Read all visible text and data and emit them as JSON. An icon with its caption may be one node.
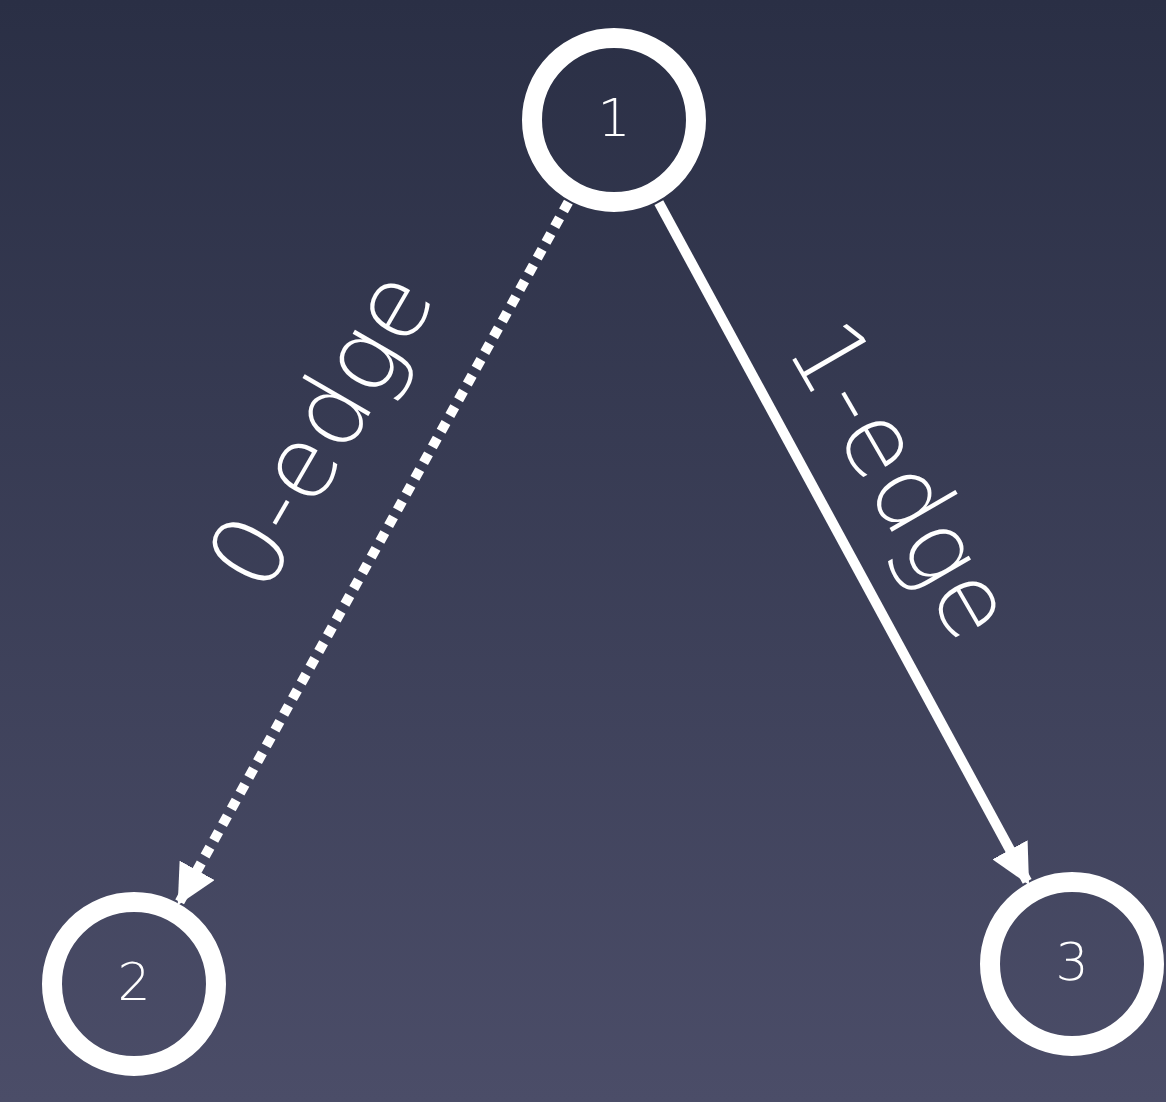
{
  "diagram": {
    "nodes": [
      {
        "text": [
          "1"
        ]
      },
      {
        "text": [
          "2"
        ]
      },
      {
        "text": [
          "3"
        ]
      }
    ],
    "edges": [
      {
        "from": 0,
        "to": 1,
        "arrow": "to",
        "label": "0-edge",
        "style": "dashed"
      },
      {
        "from": 0,
        "to": 2,
        "arrow": "to",
        "label": "1-edge"
      }
    ]
  }
}
